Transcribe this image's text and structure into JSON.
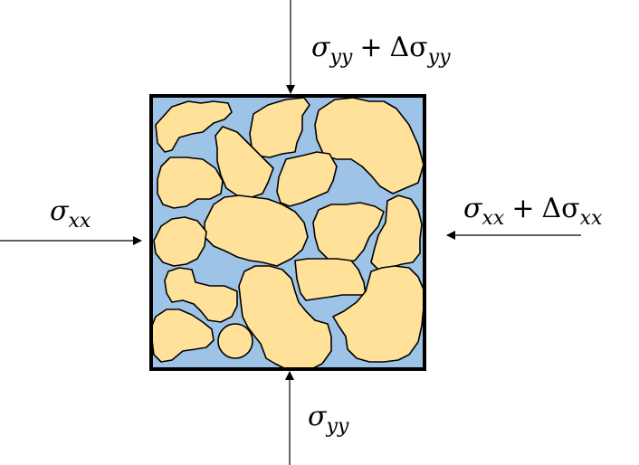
{
  "colors": {
    "fluid": "#9DC3E6",
    "grain": "#FFE199",
    "outline": "#000000",
    "arrow": "#000000"
  },
  "labels": {
    "top": {
      "symbol": "σ",
      "subscript": "yy",
      "operator": "+",
      "delta": "Δσ",
      "delta_subscript": "yy"
    },
    "bottom": {
      "symbol": "σ",
      "subscript": "yy"
    },
    "left": {
      "symbol": "σ",
      "subscript": "xx"
    },
    "right": {
      "symbol": "σ",
      "subscript": "xx",
      "operator": "+",
      "delta": "Δσ",
      "delta_subscript": "xx"
    }
  }
}
